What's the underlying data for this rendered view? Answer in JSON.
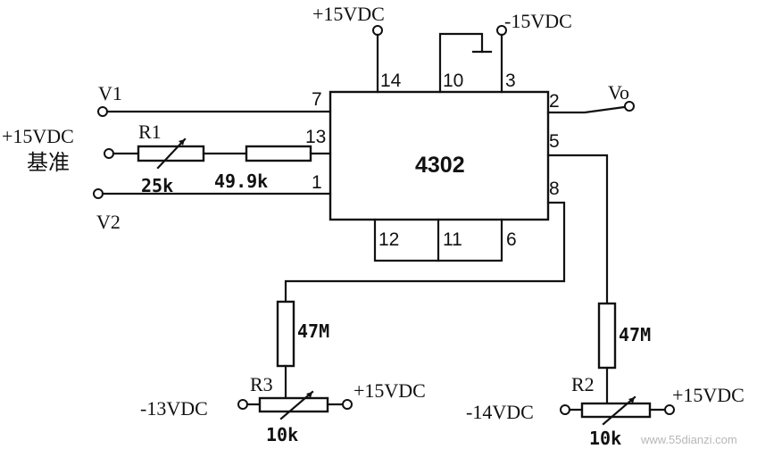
{
  "chip": {
    "part": "4302"
  },
  "supplies": {
    "top_pos": "+15VDC",
    "top_neg": "-15VDC",
    "ref_top": "+15VDC",
    "ref_cjk": "基准",
    "r3_left": "-13VDC",
    "r3_right": "+15VDC",
    "r2_left": "-14VDC",
    "r2_right": "+15VDC"
  },
  "signals": {
    "v1": "V1",
    "v2": "V2",
    "vo": "Vo"
  },
  "pins": {
    "p14": "14",
    "p10": "10",
    "p3": "3",
    "p2": "2",
    "p7": "7",
    "p13": "13",
    "p1": "1",
    "p5": "5",
    "p8": "8",
    "p12": "12",
    "p11": "11",
    "p6": "6"
  },
  "components": {
    "r1": {
      "name": "R1",
      "value": "25k"
    },
    "r_fixed": {
      "value": "49.9k"
    },
    "r3": {
      "name": "R3",
      "value": "10k"
    },
    "r2": {
      "name": "R2",
      "value": "10k"
    },
    "r_left_47m": {
      "value": "47M"
    },
    "r_right_47m": {
      "value": "47M"
    }
  },
  "watermark": {
    "text": "www.55dianzi.com"
  }
}
